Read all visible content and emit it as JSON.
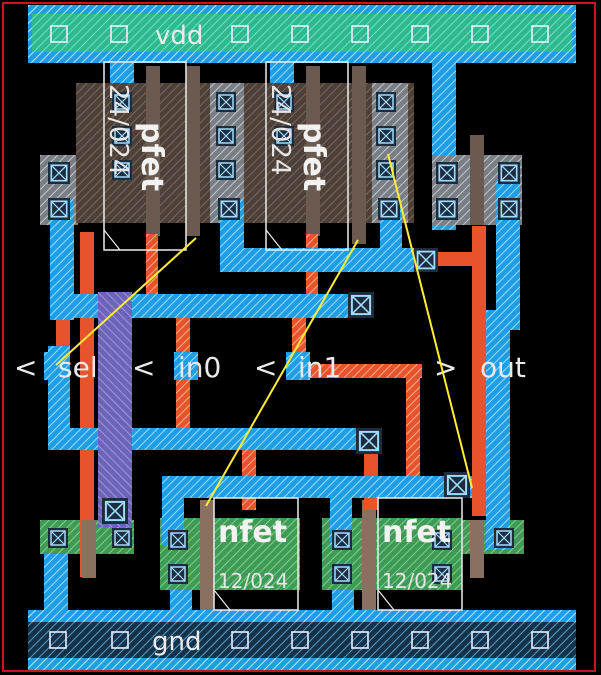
{
  "colors": {
    "background": "#000000",
    "metal1": "#1e9ee6",
    "metal1_hatch": "#7fd0ff",
    "poly": "#e8532c",
    "poly_hatch": "#f3a080",
    "pdiff": "#5a4a40",
    "ndiff": "#3a9a4a",
    "rail_top": "#2fb98c",
    "rail_bottom": "#2b4a5a",
    "metal2": "#7a70c8",
    "contact": "#1d2d3d",
    "flyline": "#ffee33",
    "boundary": "#cc1122"
  },
  "rails": {
    "top": {
      "label": "vdd"
    },
    "bottom": {
      "label": "gnd"
    }
  },
  "pins": [
    {
      "label": "sel",
      "arrow": "<"
    },
    {
      "label": "in0",
      "arrow": "<"
    },
    {
      "label": "in1",
      "arrow": "<"
    },
    {
      "label": "out",
      "arrow": ">"
    }
  ],
  "transistors": [
    {
      "type": "pfet",
      "size": "24/024"
    },
    {
      "type": "pfet",
      "size": "24/024"
    },
    {
      "type": "nfet",
      "size": "12/024"
    },
    {
      "type": "nfet",
      "size": "12/024"
    }
  ],
  "icons": {
    "contact": "contact-square-icon",
    "via": "via-icon",
    "pin_in": "pin-input-arrow-icon",
    "pin_out": "pin-output-arrow-icon"
  }
}
